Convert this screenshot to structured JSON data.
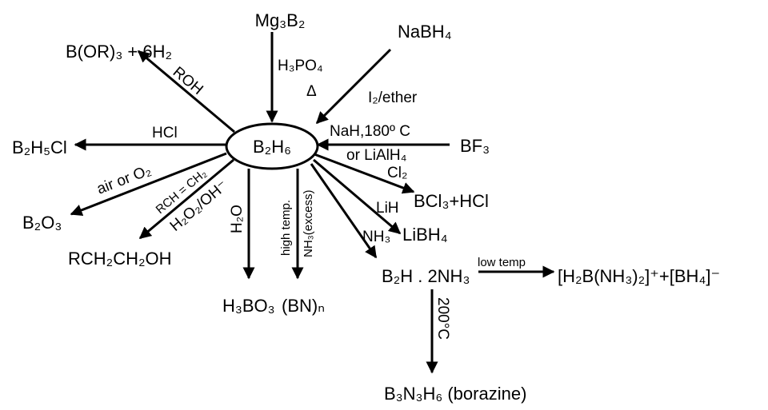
{
  "center": "B₂H₆",
  "reactions": {
    "mg3b2": {
      "reactant": "Mg₃B₂",
      "reagent": "H₃PO₄",
      "condition": "Δ"
    },
    "roh": {
      "product": "B(OR)₃ + 6H₂",
      "reagent": "ROH"
    },
    "nabh4": {
      "reactant": "NaBH₄",
      "reagent": "I₂/ether"
    },
    "bf3": {
      "reactant": "BF₃",
      "reagent": "NaH,180º C",
      "reagent_alt": "or LiAlH₄"
    },
    "hcl": {
      "product": "B₂H₅Cl",
      "reagent": "HCl"
    },
    "o2": {
      "product": "B₂O₃",
      "reagent": "air or O₂"
    },
    "hydroboration": {
      "product": "RCH₂CH₂OH",
      "reagent": "RCH = CH₂",
      "reagent2": "H₂O₂/OH⁻"
    },
    "h2o": {
      "product": "H₃BO₃",
      "reagent": "H₂O"
    },
    "nh3_excess": {
      "product": "(BN)ₙ",
      "reagent": "high temp.",
      "reagent2": "NH₃(excess)"
    },
    "cl2": {
      "product": "BCl₃+HCl",
      "reagent": "Cl₂"
    },
    "lih": {
      "product": "LiBH₄",
      "reagent": "LiH"
    },
    "nh3": {
      "product": "B₂H   .  2NH₃",
      "reagent": "NH₃"
    },
    "low_temp": {
      "product": "[H₂B(NH₃)₂]⁺+[BH₄]⁻",
      "reagent": "low temp"
    },
    "borazine": {
      "product": "B₃N₃H₆ (borazine)",
      "reagent": "200°C"
    }
  }
}
